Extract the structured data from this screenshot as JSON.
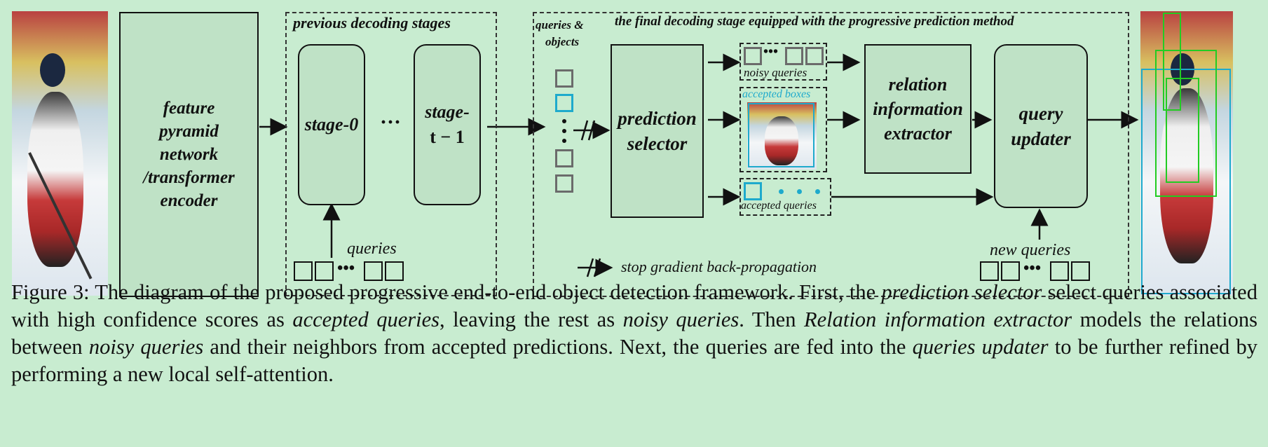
{
  "left_image_alt": "hockey-player-photo",
  "encoder": {
    "lines": [
      "feature",
      "pyramid",
      "network",
      "/transformer",
      "encoder"
    ]
  },
  "previous_stages": {
    "title": "previous decoding stages",
    "stage0": "stage-0",
    "dots": "···",
    "stage_t_1_a": "stage-",
    "stage_t_1_b": "t − 1",
    "queries_label": "queries"
  },
  "final_stage": {
    "title": "the final decoding stage equipped with the progressive prediction method",
    "queries_objects_a": "queries &",
    "queries_objects_b": "objects",
    "prediction_selector_a": "prediction",
    "prediction_selector_b": "selector",
    "noisy_queries": "noisy queries",
    "accepted_boxes": "accepted boxes",
    "accepted_queries": "accepted queries",
    "relation_a": "relation",
    "relation_b": "information",
    "relation_c": "extractor",
    "query_updater_a": "query",
    "query_updater_b": "updater",
    "new_queries": "new queries",
    "stop_gradient": "stop gradient back-propagation"
  },
  "caption": {
    "p1": "Figure 3:  The diagram of the proposed progressive end-to-end object detection framework.  First, the ",
    "e1": "prediction selector",
    "p2": " select queries associated with high confidence scores as ",
    "e2": "accepted queries",
    "p3": ", leaving the rest as ",
    "e3": "noisy queries",
    "p4": ".  Then ",
    "e4": "Relation information extractor",
    "p5": " models the relations between ",
    "e5": "noisy queries",
    "p6": " and their neighbors from accepted predictions.  Next, the queries are fed into the ",
    "e6": "queries updater",
    "p7": " to be further refined by performing a new local self-attention."
  },
  "colors": {
    "background": "#c8ecd0",
    "box_fill": "#bfe2c6",
    "accepted_cyan": "#1eaacc",
    "noisy_gray": "#6b6b6b",
    "detection_green": "#22cc22"
  }
}
